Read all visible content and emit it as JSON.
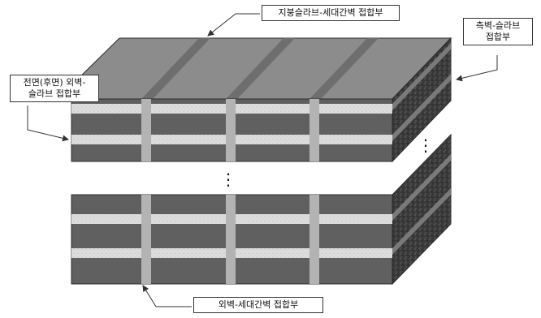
{
  "labels": {
    "roof_slab_party_wall": "지붕슬라브-세대간벽 접합부",
    "side_wall_slab": [
      "측벽-슬라브",
      "접합부"
    ],
    "front_rear_wall_slab": [
      "전면(후면) 외벽-",
      "슬라브 접합부"
    ],
    "exterior_wall_party_wall": "외벽-세대간벽 접합부"
  },
  "ellipsis": {
    "vertical_mid": "⋮",
    "vertical_side": "⋮"
  },
  "colors": {
    "roof": "#8a8a8a",
    "front_face": "#5f5f5f",
    "side_face": "#3d3d3d",
    "party_wall": "#b0b0b0",
    "slab_band": "#d8d8d8",
    "outline": "#2b2b2b"
  }
}
